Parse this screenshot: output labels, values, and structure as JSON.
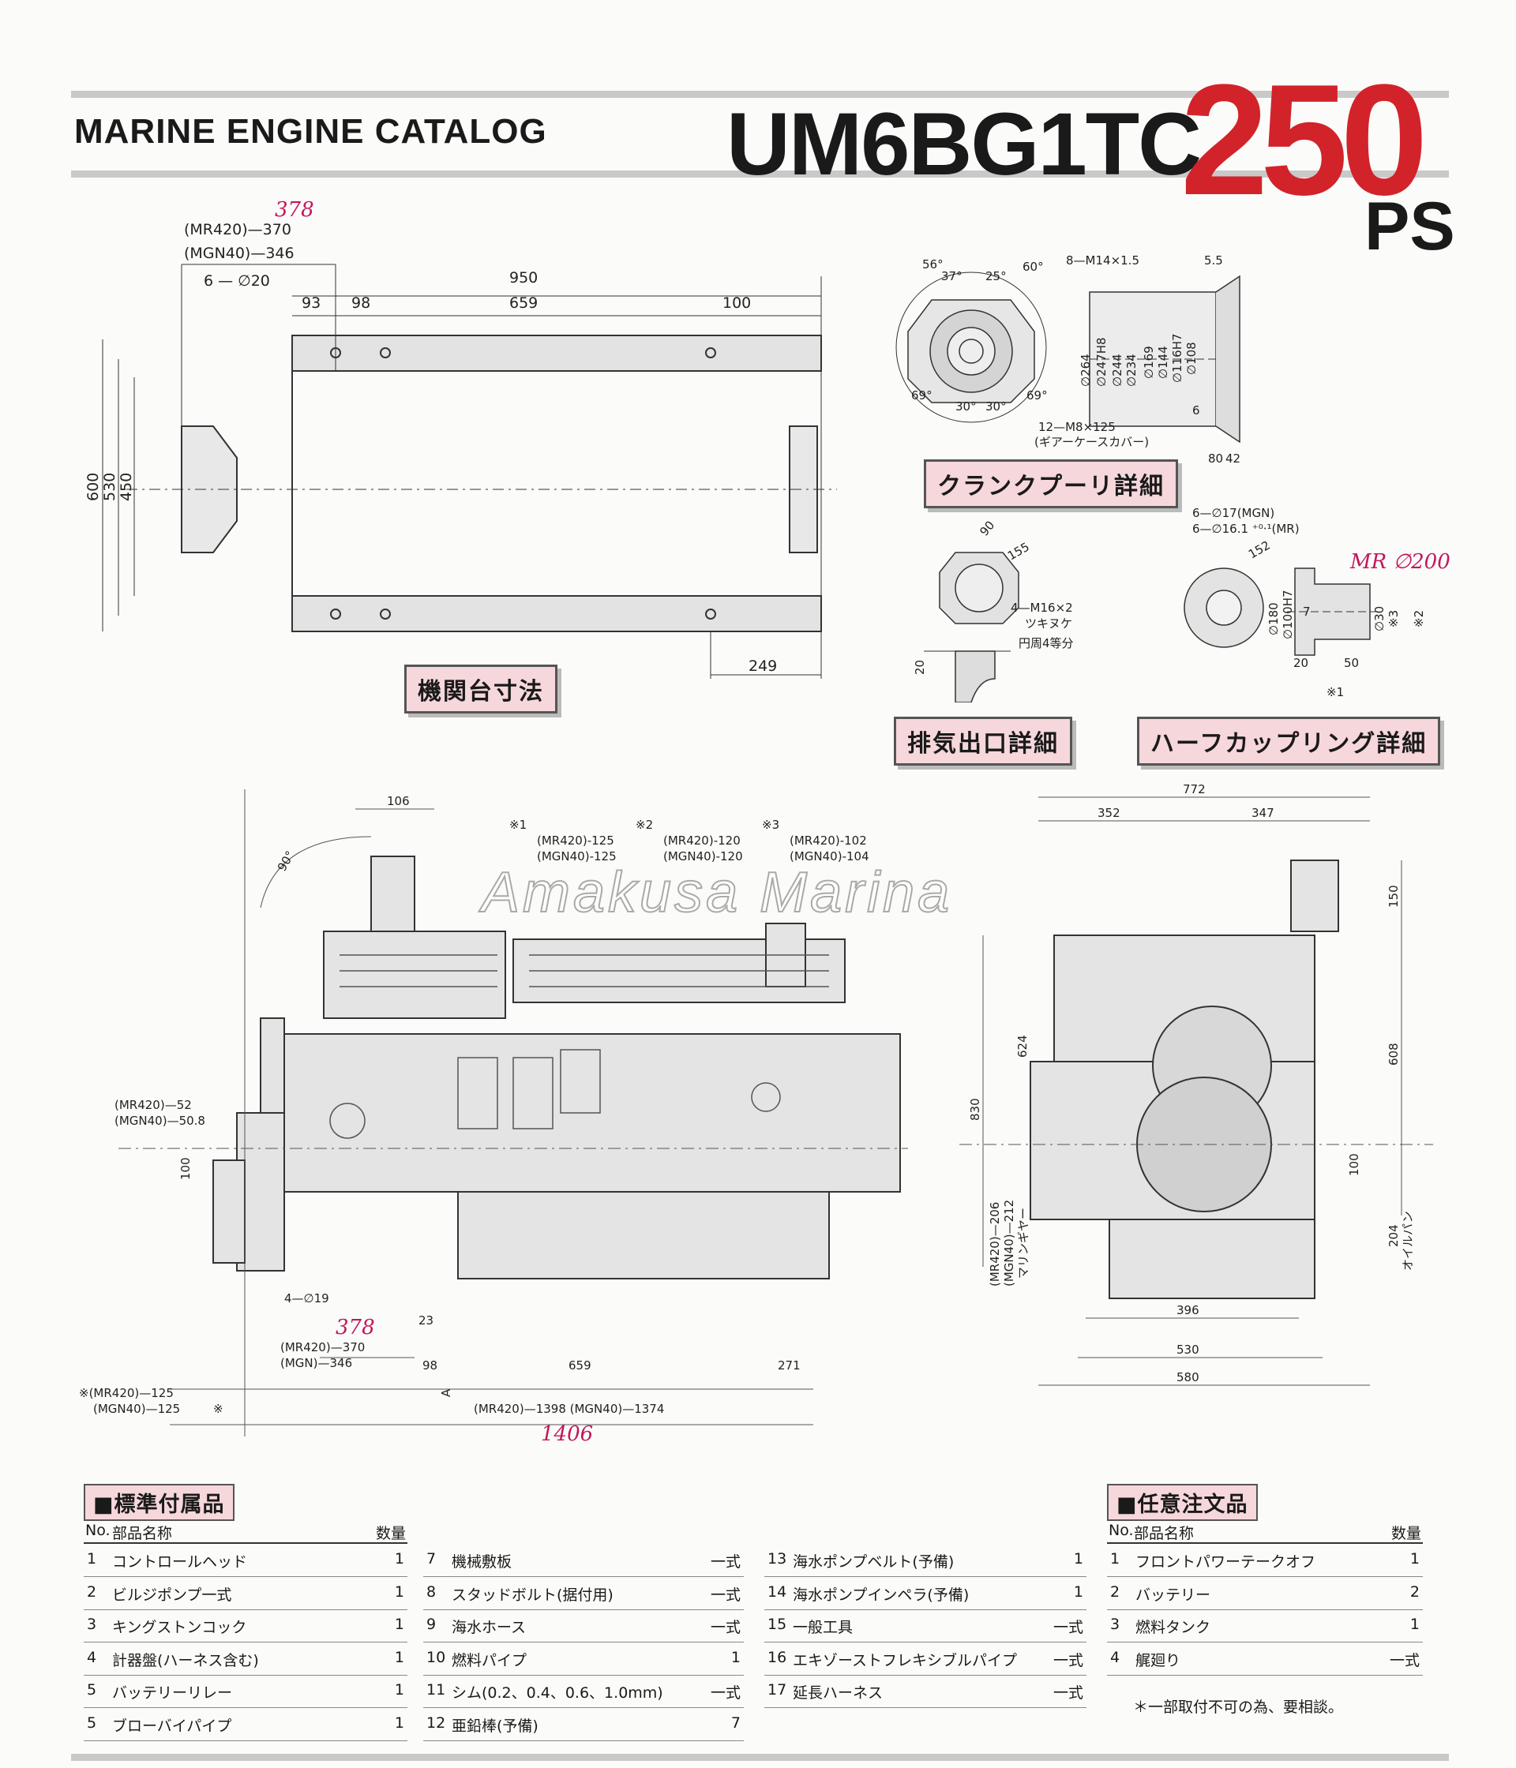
{
  "header": {
    "catalog_label": "MARINE ENGINE CATALOG",
    "model": "UM6BG1TC",
    "power_value": "250",
    "power_unit": "PS"
  },
  "watermark": "Amakusa Marina",
  "bed_drawing": {
    "caption": "機関台寸法",
    "dims": {
      "mr420": "(MR420)—370",
      "mr420_corrected": "378",
      "mgn40": "(MGN40)—346",
      "holes": "6 — ∅20",
      "d950": "950",
      "d659": "659",
      "d93": "93",
      "d98": "98",
      "d100": "100",
      "d249": "249",
      "d600": "600",
      "d530": "530",
      "d450": "450"
    }
  },
  "crank_pulley": {
    "caption": "クランクプーリ詳細",
    "dims": {
      "a56": "56°",
      "a37": "37°",
      "a25": "25°",
      "a60": "60°",
      "bolt": "8—M14×1.5",
      "d5_5": "5.5",
      "a69l": "69°",
      "a30l": "30°",
      "a30r": "30°",
      "a69r": "69°",
      "cover": "12—M8×125",
      "cover_note": "(ギアーケースカバー)",
      "d264": "∅264",
      "d247": "∅247H8",
      "d244": "∅244",
      "d234": "∅234",
      "d169": "∅169",
      "d144": "∅144",
      "d116": "∅116H7",
      "d108": "∅108",
      "d6": "6",
      "d80": "80",
      "d42": "42"
    }
  },
  "exhaust": {
    "caption": "排気出口詳細",
    "dims": {
      "a90": "90",
      "d155": "155",
      "bolts": "4—M16×2",
      "nut": "ツキヌケ",
      "equal": "円周4等分",
      "d20": "20"
    }
  },
  "coupling": {
    "caption": "ハーフカップリング詳細",
    "dims": {
      "mgn": "6—∅17(MGN)",
      "mr": "6—∅16.1 ⁺⁰·¹(MR)",
      "mr_note": "MR ∅200",
      "d152": "152",
      "d180": "∅180",
      "d100": "∅100H7",
      "d7": "7",
      "d30": "∅30",
      "d3": "※3",
      "d2": "※2",
      "d20": "20",
      "d50": "50",
      "d1": "※1"
    }
  },
  "side_view": {
    "dims": {
      "d106": "106",
      "a90": "90°",
      "n1": "※1",
      "n2": "※2",
      "n3": "※3",
      "n1_mr": "(MR420)-125",
      "n1_mgn": "(MGN40)-125",
      "n2_mr": "(MR420)-120",
      "n2_mgn": "(MGN40)-120",
      "n3_mr": "(MR420)-102",
      "n3_mgn": "(MGN40)-104",
      "mr52": "(MR420)—52",
      "mgn50": "(MGN40)—50.8",
      "d100": "100",
      "bolt": "4—∅19",
      "corr": "378",
      "mr370": "(MR420)—370",
      "mgn346": "(MGN)—346",
      "d23": "23",
      "d98": "98",
      "d659": "659",
      "d271": "271",
      "mr125": "※(MR420)—125",
      "mgn125": "(MGN40)—125",
      "star": "※",
      "total": "(MR420)—1398 (MGN40)—1374",
      "total_corr": "1406",
      "a": "A"
    }
  },
  "front_view": {
    "dims": {
      "d772": "772",
      "d352": "352",
      "d347": "347",
      "d150": "150",
      "d624": "624",
      "d608": "608",
      "d830": "830",
      "d100": "100",
      "mr206": "(MR420)—206",
      "mgn212": "(MGN40)—212",
      "gear": "マリンギヤー",
      "d204": "204",
      "oilpan": "オイルパン",
      "d396": "396",
      "d530": "530",
      "d580": "580"
    }
  },
  "standard_accessories": {
    "title": "■標準付属品",
    "header": {
      "no": "No.",
      "name": "部品名称",
      "qty": "数量"
    },
    "rows": [
      {
        "no": "1",
        "name": "コントロールヘッド",
        "qty": "1"
      },
      {
        "no": "2",
        "name": "ビルジポンプ一式",
        "qty": "1"
      },
      {
        "no": "3",
        "name": "キングストンコック",
        "qty": "1"
      },
      {
        "no": "4",
        "name": "計器盤(ハーネス含む)",
        "qty": "1"
      },
      {
        "no": "5",
        "name": "バッテリーリレー",
        "qty": "1"
      },
      {
        "no": "5",
        "name": "ブローバイパイプ",
        "qty": "1"
      },
      {
        "no": "7",
        "name": "機械敷板",
        "qty": "一式"
      },
      {
        "no": "8",
        "name": "スタッドボルト(据付用)",
        "qty": "一式"
      },
      {
        "no": "9",
        "name": "海水ホース",
        "qty": "一式"
      },
      {
        "no": "10",
        "name": "燃料パイプ",
        "qty": "1"
      },
      {
        "no": "11",
        "name": "シム(0.2、0.4、0.6、1.0mm)",
        "qty": "一式"
      },
      {
        "no": "12",
        "name": "亜鉛棒(予備)",
        "qty": "7"
      },
      {
        "no": "13",
        "name": "海水ポンプベルト(予備)",
        "qty": "1"
      },
      {
        "no": "14",
        "name": "海水ポンプインペラ(予備)",
        "qty": "1"
      },
      {
        "no": "15",
        "name": "一般工具",
        "qty": "一式"
      },
      {
        "no": "16",
        "name": "エキゾーストフレキシブルパイプ",
        "qty": "一式"
      },
      {
        "no": "17",
        "name": "延長ハーネス",
        "qty": "一式"
      }
    ]
  },
  "optional_items": {
    "title": "■任意注文品",
    "header": {
      "no": "No.",
      "name": "部品名称",
      "qty": "数量"
    },
    "rows": [
      {
        "no": "1",
        "name": "フロントパワーテークオフ",
        "qty": "1"
      },
      {
        "no": "2",
        "name": "バッテリー",
        "qty": "2"
      },
      {
        "no": "3",
        "name": "燃料タンク",
        "qty": "1"
      },
      {
        "no": "4",
        "name": "艉廻り",
        "qty": "一式"
      }
    ],
    "note": "＊一部取付不可の為、要相談。"
  }
}
